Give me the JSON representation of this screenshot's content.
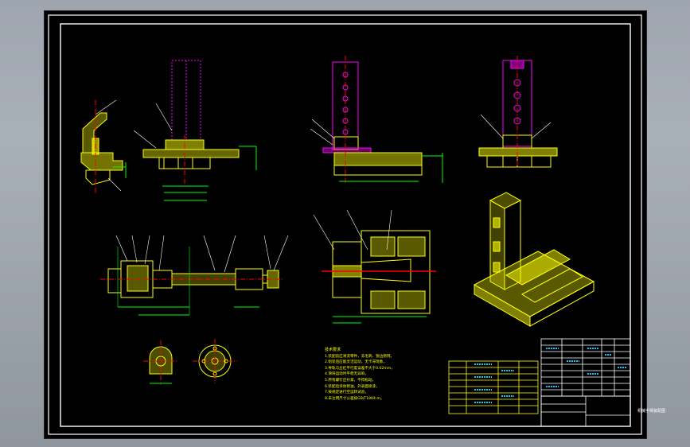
{
  "drawing": {
    "background": "#000000",
    "frame_color": "#ffffff",
    "part_color": "#ffff00",
    "highlight_color": "#ff00ff",
    "dimension_color": "#00ff00",
    "centerline_color": "#ff0000",
    "table_text_color": "#00c8ff"
  },
  "notes": {
    "heading": "技术要求",
    "lines": [
      "1.装配前应清洗零件，去毛刺、锐边倒钝，",
      "2.组装后应能灵活运动，无卡滞现象，",
      "3.导轨与丝杠平行度误差不大于0.02mm，",
      "4.滑块运动时平稳无异响，",
      "5.所有螺钉应拧紧，不得松动，",
      "6.装配后涂防锈油，外表面喷漆，",
      "7.按规定进行空运转试验，",
      "8.未注明尺寸公差按GB/T1804-m。"
    ]
  },
  "title_block": {
    "title": "机械手臂装配图"
  }
}
